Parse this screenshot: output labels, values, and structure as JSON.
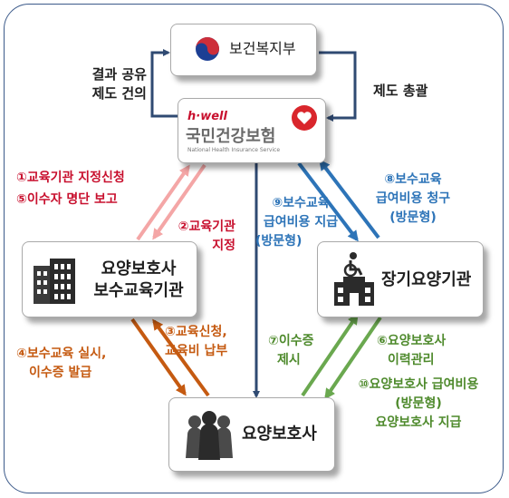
{
  "nodes": {
    "ministry": {
      "name": "보건복지부"
    },
    "nhis": {
      "logo": "h·well",
      "name": "국민건강보험",
      "subtitle": "National Health Insurance Service"
    },
    "institution": {
      "name_line1": "요양보호사",
      "name_line2": "보수교육기관"
    },
    "ltc": {
      "name": "장기요양기관"
    },
    "worker": {
      "name": "요양보호사"
    }
  },
  "labels": {
    "result_share": [
      "결과 공유",
      "제도 건의"
    ],
    "system_general": "제도 총괄",
    "step1": "①교육기관 지정신청",
    "step5": "⑤이수자 명단 보고",
    "step2": [
      "②교육기관",
      "지정"
    ],
    "step9": [
      "⑨보수교육",
      "급여비용 지급",
      "(방문형)"
    ],
    "step8": [
      "⑧보수교육",
      "급여비용 청구",
      "(방문형)"
    ],
    "step4": [
      "④보수교육 실시,",
      "이수증 발급"
    ],
    "step3": [
      "③교육신청,",
      "교육비 납부"
    ],
    "step7": [
      "⑦이수증",
      "제시"
    ],
    "step6": [
      "⑥요양보호사",
      "이력관리"
    ],
    "step10": [
      "⑩요양보호사 급여비용",
      "(방문형)",
      "요양보호사 지급"
    ]
  },
  "colors": {
    "frame": "#3c5a8a",
    "dark_arrow": "#2f4a72",
    "pink": "#f4a6a6",
    "pink_text": "#c8102e",
    "blue": "#2d74b8",
    "orange": "#c55a11",
    "green": "#6aa84f",
    "green_text": "#4e8a2c"
  },
  "icons": [
    "korea-taegeuk-logo",
    "nhis-heart-logo",
    "building-icon",
    "care-facility-wheelchair-icon",
    "people-group-icon"
  ]
}
